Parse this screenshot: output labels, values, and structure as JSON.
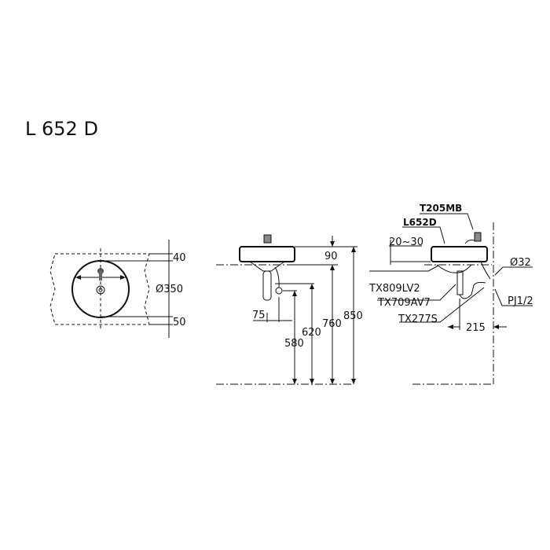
{
  "title": "L 652 D",
  "top_view": {
    "dim_top": "40",
    "dim_diameter": "Ø350",
    "dim_bottom": "50"
  },
  "side_view": {
    "dim_90": "90",
    "dim_75": "75",
    "dim_580": "580",
    "dim_620": "620",
    "dim_760": "760",
    "dim_850": "850"
  },
  "front_view": {
    "faucet": "T205MB",
    "basin": "L652D",
    "dim_counter": "20~30",
    "drain": "TX809LV2",
    "trap": "TX709AV7",
    "valve": "TX277S",
    "pipe_dia": "Ø32",
    "thread": "PJ1/2",
    "dim_215": "215"
  }
}
